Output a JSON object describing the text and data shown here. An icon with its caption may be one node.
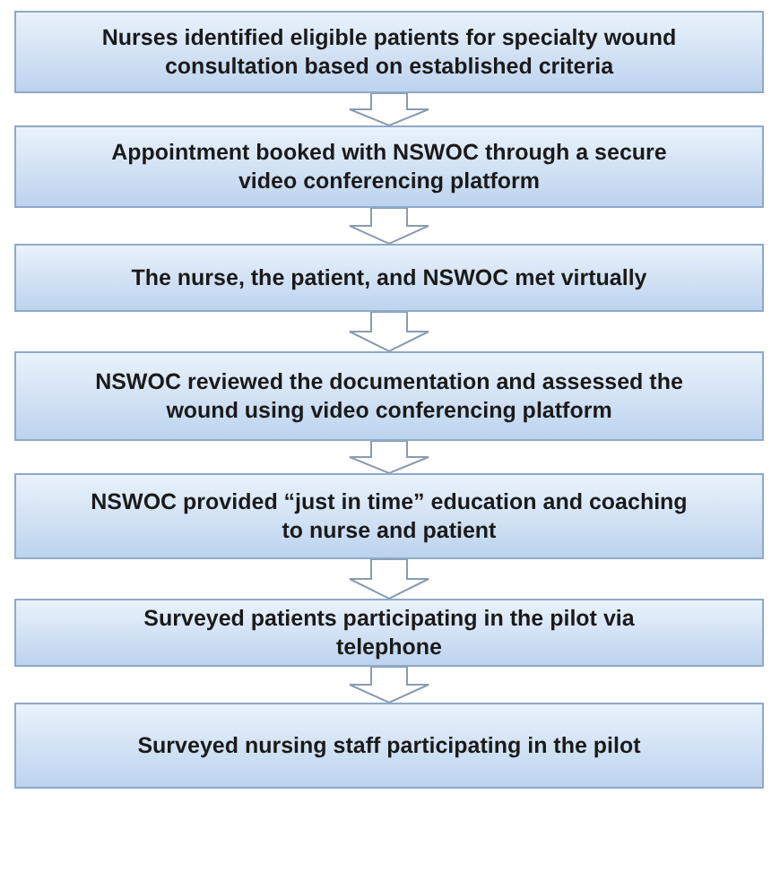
{
  "diagram": {
    "nodes": [
      {
        "text": [
          "Nurses identified eligible patients for specialty wound consultation based on established criteria"
        ]
      },
      {
        "text": [
          "Appointment booked with NSWOC through a secure video conferencing platform"
        ]
      },
      {
        "text": [
          "The nurse, the patient, and NSWOC met virtually"
        ]
      },
      {
        "text": [
          "NSWOC reviewed the documentation and assessed the wound using video conferencing platform"
        ]
      },
      {
        "text": [
          "NSWOC provided “just in time” education and coaching to nurse and patient"
        ]
      },
      {
        "text": [
          "Surveyed patients participating in the pilot via telephone"
        ]
      },
      {
        "text": [
          "Surveyed nursing staff participating in the pilot"
        ]
      }
    ],
    "edges": [
      {
        "from": 0,
        "to": 1,
        "arrow": "to"
      },
      {
        "from": 1,
        "to": 2,
        "arrow": "to"
      },
      {
        "from": 2,
        "to": 3,
        "arrow": "to"
      },
      {
        "from": 3,
        "to": 4,
        "arrow": "to"
      },
      {
        "from": 4,
        "to": 5,
        "arrow": "to"
      },
      {
        "from": 5,
        "to": 6,
        "arrow": "to"
      }
    ]
  }
}
